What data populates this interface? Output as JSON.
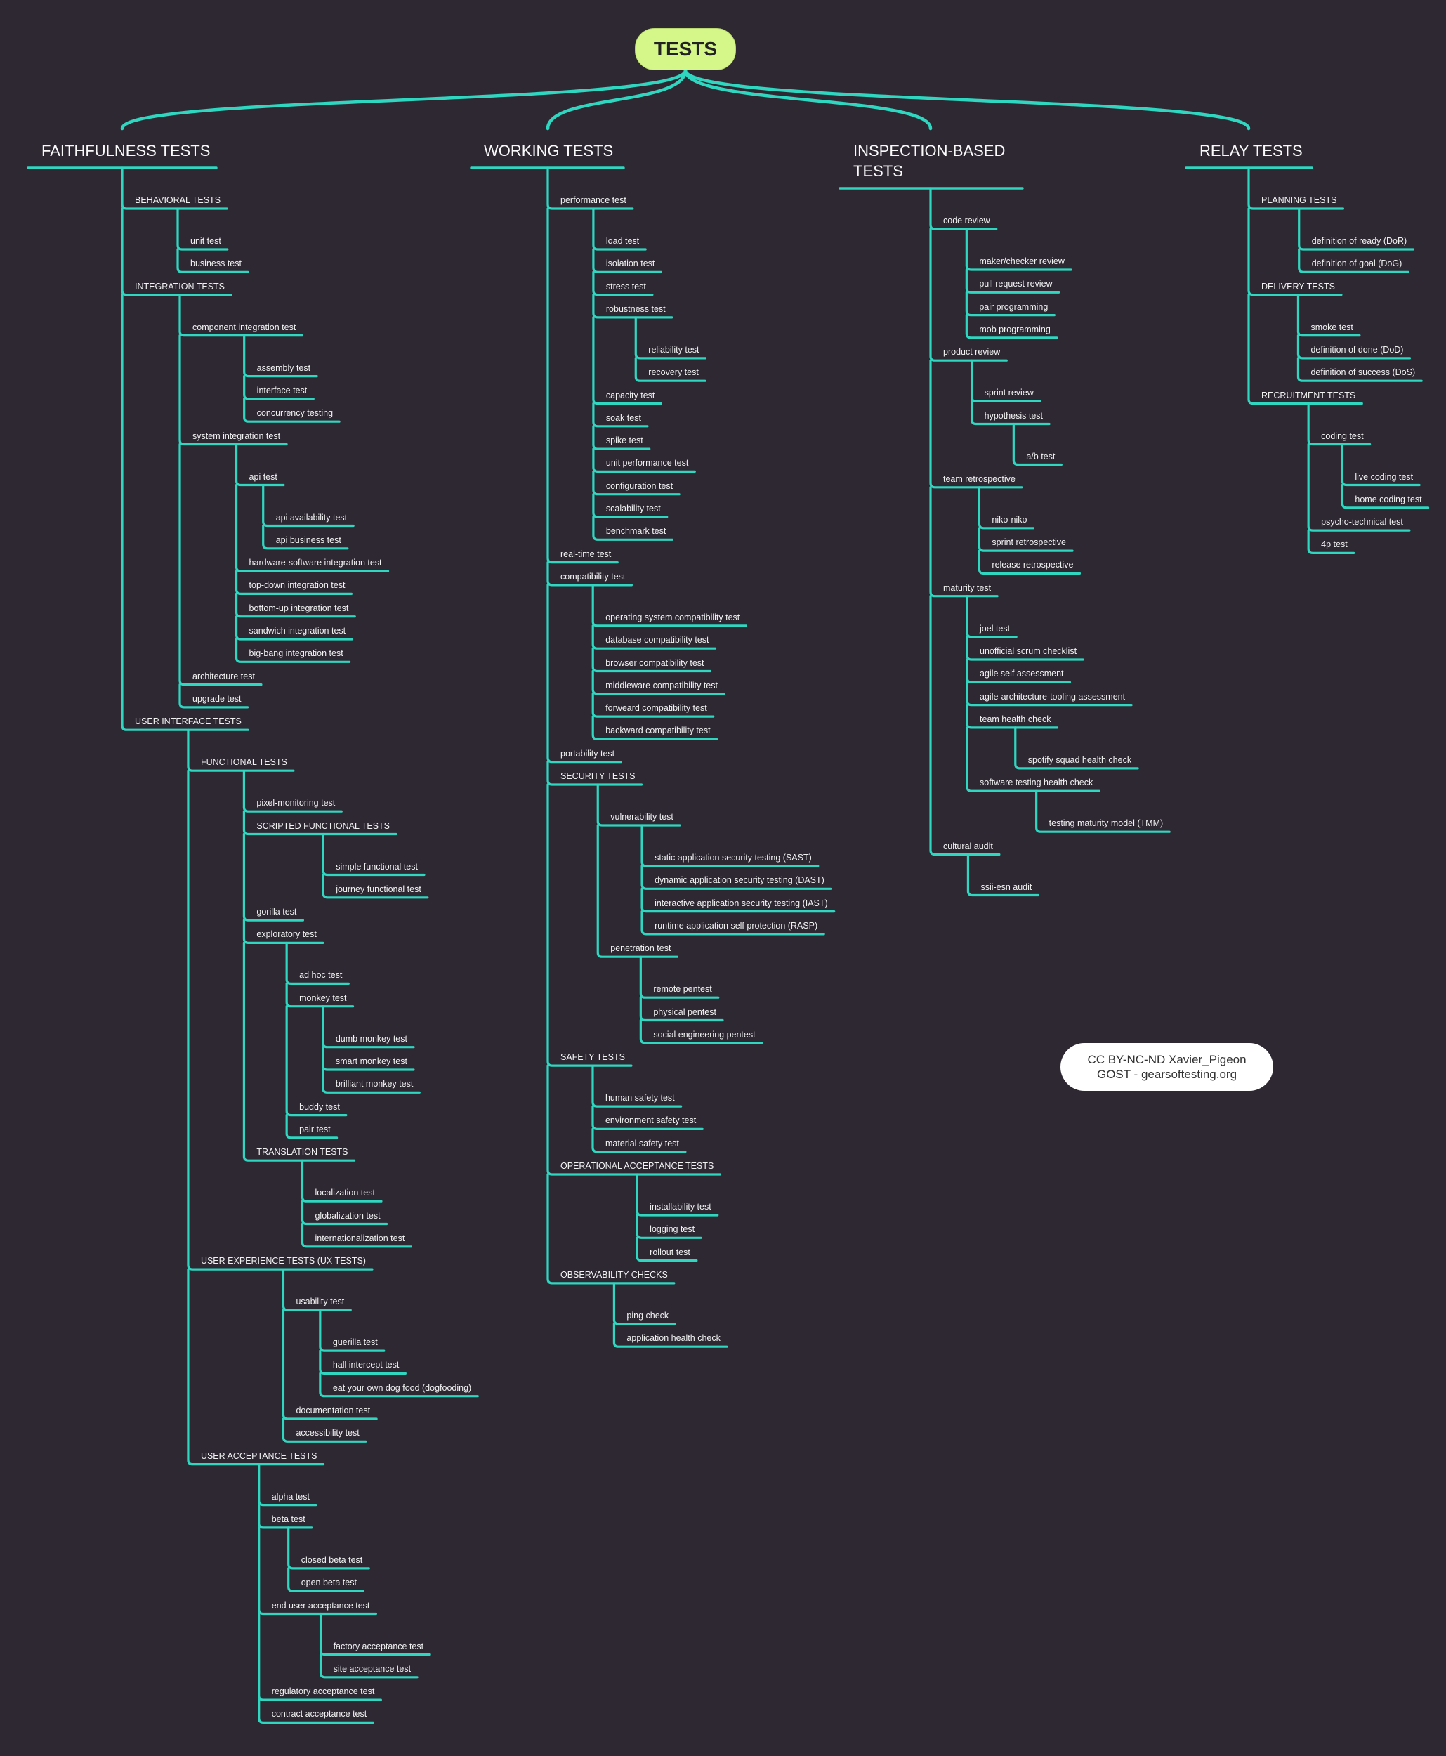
{
  "root": {
    "label": "TESTS"
  },
  "colors": {
    "background": "#2e2833",
    "link": "#2fd6c0",
    "root_fill": "#d5f78a",
    "text": "#f2f2f2"
  },
  "credits": {
    "line1": "CC BY-NC-ND  Xavier_Pigeon",
    "line2": "GOST - gearsoftesting.org"
  },
  "columns": [
    {
      "label": "FAITHFULNESS TESTS",
      "children": [
        {
          "label": "BEHAVIORAL TESTS",
          "children": [
            {
              "label": "unit test"
            },
            {
              "label": "business test"
            }
          ]
        },
        {
          "label": "INTEGRATION TESTS",
          "children": [
            {
              "label": "component integration test",
              "children": [
                {
                  "label": "assembly test"
                },
                {
                  "label": "interface test"
                },
                {
                  "label": "concurrency testing"
                }
              ]
            },
            {
              "label": "system integration test",
              "children": [
                {
                  "label": "api test",
                  "children": [
                    {
                      "label": "api availability test"
                    },
                    {
                      "label": "api business test"
                    }
                  ]
                },
                {
                  "label": "hardware-software integration test"
                },
                {
                  "label": "top-down integration test"
                },
                {
                  "label": "bottom-up integration test"
                },
                {
                  "label": "sandwich integration test"
                },
                {
                  "label": "big-bang integration test"
                }
              ]
            },
            {
              "label": "architecture test"
            },
            {
              "label": "upgrade test"
            }
          ]
        },
        {
          "label": "USER INTERFACE TESTS",
          "children": [
            {
              "label": "FUNCTIONAL TESTS",
              "children": [
                {
                  "label": "pixel-monitoring test"
                },
                {
                  "label": "SCRIPTED FUNCTIONAL TESTS",
                  "children": [
                    {
                      "label": "simple functional test"
                    },
                    {
                      "label": "journey functional test"
                    }
                  ]
                },
                {
                  "label": "gorilla test"
                },
                {
                  "label": "exploratory test",
                  "children": [
                    {
                      "label": "ad hoc test"
                    },
                    {
                      "label": "monkey test",
                      "children": [
                        {
                          "label": "dumb monkey test"
                        },
                        {
                          "label": "smart monkey test"
                        },
                        {
                          "label": "brilliant monkey test"
                        }
                      ]
                    },
                    {
                      "label": "buddy test"
                    },
                    {
                      "label": "pair test"
                    }
                  ]
                },
                {
                  "label": "TRANSLATION TESTS",
                  "children": [
                    {
                      "label": "localization test"
                    },
                    {
                      "label": "globalization test"
                    },
                    {
                      "label": "internationalization test"
                    }
                  ]
                }
              ]
            },
            {
              "label": "USER EXPERIENCE TESTS (UX TESTS)",
              "children": [
                {
                  "label": "usability test",
                  "children": [
                    {
                      "label": "guerilla test"
                    },
                    {
                      "label": "hall intercept test"
                    },
                    {
                      "label": "eat your own dog food (dogfooding)"
                    }
                  ]
                },
                {
                  "label": "documentation test"
                },
                {
                  "label": "accessibility test"
                }
              ]
            },
            {
              "label": "USER ACCEPTANCE TESTS",
              "children": [
                {
                  "label": "alpha test"
                },
                {
                  "label": "beta test",
                  "children": [
                    {
                      "label": "closed beta test"
                    },
                    {
                      "label": "open beta test"
                    }
                  ]
                },
                {
                  "label": "end user acceptance test",
                  "children": [
                    {
                      "label": "factory acceptance test"
                    },
                    {
                      "label": "site acceptance test"
                    }
                  ]
                },
                {
                  "label": "regulatory acceptance test"
                },
                {
                  "label": "contract acceptance test"
                }
              ]
            }
          ]
        }
      ]
    },
    {
      "label": "WORKING TESTS",
      "children": [
        {
          "label": "performance test",
          "children": [
            {
              "label": "load test"
            },
            {
              "label": "isolation test"
            },
            {
              "label": "stress test"
            },
            {
              "label": "robustness test",
              "children": [
                {
                  "label": "reliability test"
                },
                {
                  "label": "recovery test"
                }
              ]
            },
            {
              "label": "capacity test"
            },
            {
              "label": "soak test"
            },
            {
              "label": "spike test"
            },
            {
              "label": "unit performance test"
            },
            {
              "label": "configuration test"
            },
            {
              "label": "scalability test"
            },
            {
              "label": "benchmark test"
            }
          ]
        },
        {
          "label": "real-time test"
        },
        {
          "label": "compatibility test",
          "children": [
            {
              "label": "operating system compatibility test"
            },
            {
              "label": "database  compatibility test"
            },
            {
              "label": "browser compatibility test"
            },
            {
              "label": "middleware  compatibility test"
            },
            {
              "label": "forweard compatibility test"
            },
            {
              "label": "backward compatibility test"
            }
          ]
        },
        {
          "label": "portability test"
        },
        {
          "label": "SECURITY TESTS",
          "children": [
            {
              "label": "vulnerability test",
              "children": [
                {
                  "label": "static application security testing (SAST)"
                },
                {
                  "label": "dynamic application security testing (DAST)"
                },
                {
                  "label": "interactive application security testing (IAST)"
                },
                {
                  "label": "runtime application self protection (RASP)"
                }
              ]
            },
            {
              "label": "penetration test",
              "children": [
                {
                  "label": "remote pentest"
                },
                {
                  "label": "physical pentest"
                },
                {
                  "label": "social engineering pentest"
                }
              ]
            }
          ]
        },
        {
          "label": "SAFETY TESTS",
          "children": [
            {
              "label": "human safety test"
            },
            {
              "label": "environment safety test"
            },
            {
              "label": "material safety test"
            }
          ]
        },
        {
          "label": "OPERATIONAL ACCEPTANCE TESTS",
          "children": [
            {
              "label": "installability test"
            },
            {
              "label": "logging test"
            },
            {
              "label": "rollout test"
            }
          ]
        },
        {
          "label": "OBSERVABILITY CHECKS",
          "children": [
            {
              "label": "ping check"
            },
            {
              "label": "application health check"
            }
          ]
        }
      ]
    },
    {
      "label": "INSPECTION-BASED TESTS",
      "children": [
        {
          "label": "code review",
          "children": [
            {
              "label": "maker/checker review"
            },
            {
              "label": "pull request review"
            },
            {
              "label": "pair programming"
            },
            {
              "label": "mob programming"
            }
          ]
        },
        {
          "label": "product review",
          "children": [
            {
              "label": "sprint review"
            },
            {
              "label": "hypothesis test",
              "children": [
                {
                  "label": "a/b test"
                }
              ]
            }
          ]
        },
        {
          "label": "team retrospective",
          "children": [
            {
              "label": "niko-niko"
            },
            {
              "label": "sprint retrospective"
            },
            {
              "label": "release retrospective"
            }
          ]
        },
        {
          "label": "maturity test",
          "children": [
            {
              "label": "joel test"
            },
            {
              "label": "unofficial scrum checklist"
            },
            {
              "label": "agile self assessment"
            },
            {
              "label": "agile-architecture-tooling assessment"
            },
            {
              "label": "team health check",
              "children": [
                {
                  "label": "spotify squad health check"
                }
              ]
            },
            {
              "label": "software testing health check",
              "children": [
                {
                  "label": "testing maturity model (TMM)"
                }
              ]
            }
          ]
        },
        {
          "label": "cultural audit",
          "children": [
            {
              "label": "ssii-esn audit"
            }
          ]
        }
      ]
    },
    {
      "label": "RELAY TESTS",
      "children": [
        {
          "label": "PLANNING TESTS",
          "children": [
            {
              "label": "definition of ready (DoR)"
            },
            {
              "label": "definition of goal (DoG)"
            }
          ]
        },
        {
          "label": "DELIVERY TESTS",
          "children": [
            {
              "label": "smoke test"
            },
            {
              "label": "definition of done (DoD)"
            },
            {
              "label": "definition of success (DoS)"
            }
          ]
        },
        {
          "label": "RECRUITMENT TESTS",
          "children": [
            {
              "label": "coding test",
              "children": [
                {
                  "label": "live coding test"
                },
                {
                  "label": "home coding test"
                }
              ]
            },
            {
              "label": "psycho-technical test"
            },
            {
              "label": "4p test"
            }
          ]
        }
      ]
    }
  ]
}
